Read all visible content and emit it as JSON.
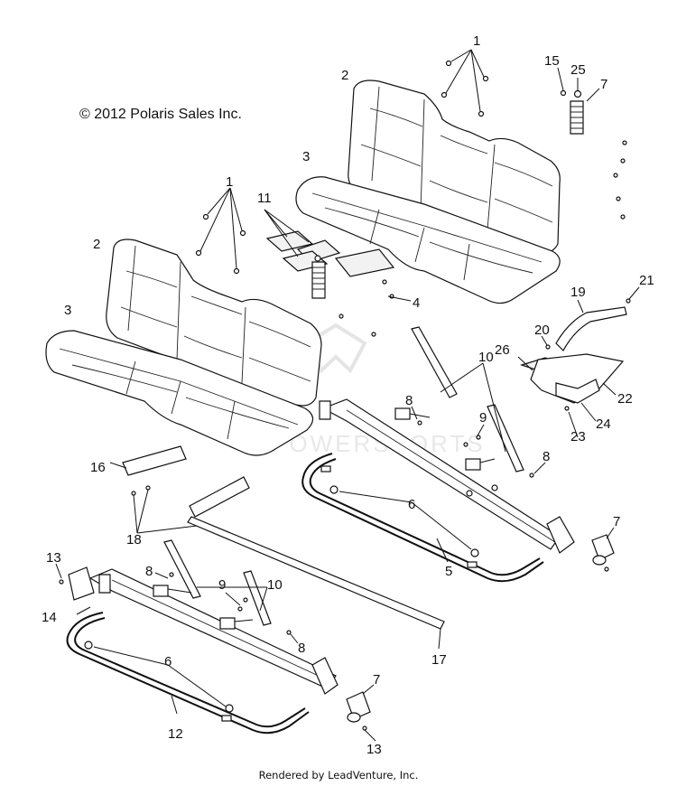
{
  "copyright": "© 2012 Polaris Sales Inc.",
  "watermark": "POWERSPORTS",
  "footer": "Rendered by LeadVenture, Inc.",
  "callouts": [
    {
      "id": "c-1a",
      "label": "1"
    },
    {
      "id": "c-2a",
      "label": "2"
    },
    {
      "id": "c-3a",
      "label": "3"
    },
    {
      "id": "c-15",
      "label": "15"
    },
    {
      "id": "c-25",
      "label": "25"
    },
    {
      "id": "c-7a",
      "label": "7"
    },
    {
      "id": "c-1b",
      "label": "1"
    },
    {
      "id": "c-11",
      "label": "11"
    },
    {
      "id": "c-2b",
      "label": "2"
    },
    {
      "id": "c-3b",
      "label": "3"
    },
    {
      "id": "c-4",
      "label": "4"
    },
    {
      "id": "c-19",
      "label": "19"
    },
    {
      "id": "c-21",
      "label": "21"
    },
    {
      "id": "c-20",
      "label": "20"
    },
    {
      "id": "c-26",
      "label": "26"
    },
    {
      "id": "c-10a",
      "label": "10"
    },
    {
      "id": "c-22",
      "label": "22"
    },
    {
      "id": "c-24",
      "label": "24"
    },
    {
      "id": "c-23",
      "label": "23"
    },
    {
      "id": "c-8a",
      "label": "8"
    },
    {
      "id": "c-9a",
      "label": "9"
    },
    {
      "id": "c-8b",
      "label": "8"
    },
    {
      "id": "c-16",
      "label": "16"
    },
    {
      "id": "c-6a",
      "label": "6"
    },
    {
      "id": "c-7b",
      "label": "7"
    },
    {
      "id": "c-18",
      "label": "18"
    },
    {
      "id": "c-5",
      "label": "5"
    },
    {
      "id": "c-13a",
      "label": "13"
    },
    {
      "id": "c-8c",
      "label": "8"
    },
    {
      "id": "c-10b",
      "label": "10"
    },
    {
      "id": "c-9b",
      "label": "9"
    },
    {
      "id": "c-14",
      "label": "14"
    },
    {
      "id": "c-8d",
      "label": "8"
    },
    {
      "id": "c-17",
      "label": "17"
    },
    {
      "id": "c-6b",
      "label": "6"
    },
    {
      "id": "c-7c",
      "label": "7"
    },
    {
      "id": "c-12",
      "label": "12"
    },
    {
      "id": "c-13b",
      "label": "13"
    }
  ]
}
